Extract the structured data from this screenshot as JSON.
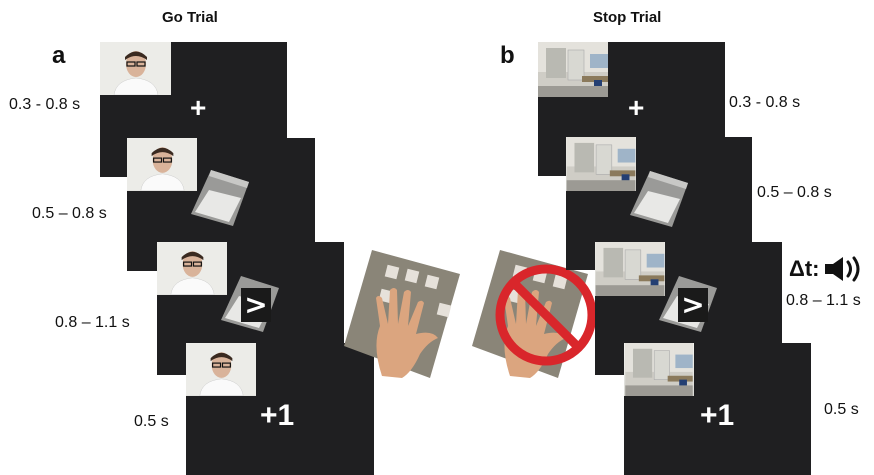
{
  "panels": {
    "go": {
      "title": "Go Trial",
      "letter": "a"
    },
    "stop": {
      "title": "Stop Trial",
      "letter": "b"
    }
  },
  "durations": {
    "go": [
      "0.3 - 0.8 s",
      "0.5 – 0.8 s",
      "0.8 – 1.1 s",
      "0.5 s"
    ],
    "stop": [
      "0.3 - 0.8 s",
      "0.5 – 0.8 s",
      "0.8 – 1.1 s",
      "0.5 s"
    ]
  },
  "screens": {
    "fixation": "+",
    "go_signal": ">",
    "reward": "+1"
  },
  "stop_signal": {
    "label": "Δt:",
    "icon": "speaker-icon"
  },
  "icons": [
    "person-photo",
    "office-room-photo",
    "powder-bag",
    "hand-on-keypad",
    "prohibition-sign-icon",
    "speaker-icon"
  ],
  "colors": {
    "screen": "#1f1f21",
    "prohibition": "#d9262b",
    "text": "#111111"
  }
}
